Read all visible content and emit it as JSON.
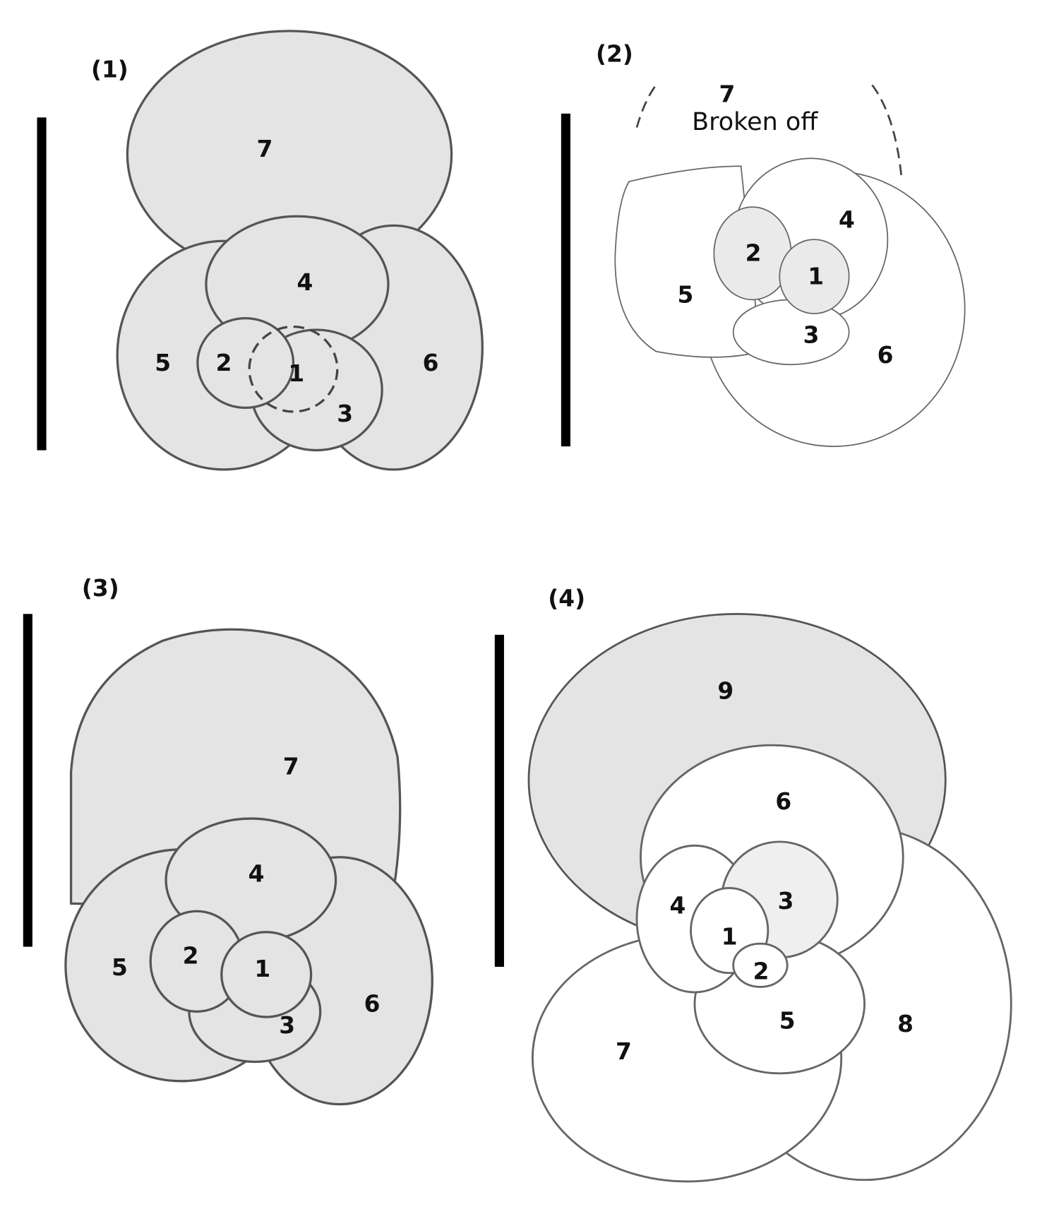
{
  "panels": [
    {
      "label": "(1)",
      "chambers": {
        "c1": "1",
        "c2": "2",
        "c3": "3",
        "c4": "4",
        "c5": "5",
        "c6": "6",
        "c7": "7"
      }
    },
    {
      "label": "(2)",
      "chambers": {
        "c1": "1",
        "c2": "2",
        "c3": "3",
        "c4": "4",
        "c5": "5",
        "c6": "6",
        "c7": "7"
      },
      "note": "Broken off"
    },
    {
      "label": "(3)",
      "chambers": {
        "c1": "1",
        "c2": "2",
        "c3": "3",
        "c4": "4",
        "c5": "5",
        "c6": "6",
        "c7": "7"
      }
    },
    {
      "label": "(4)",
      "chambers": {
        "c1": "1",
        "c2": "2",
        "c3": "3",
        "c4": "4",
        "c5": "5",
        "c6": "6",
        "c7": "7",
        "c8": "8",
        "c9": "9"
      }
    }
  ]
}
